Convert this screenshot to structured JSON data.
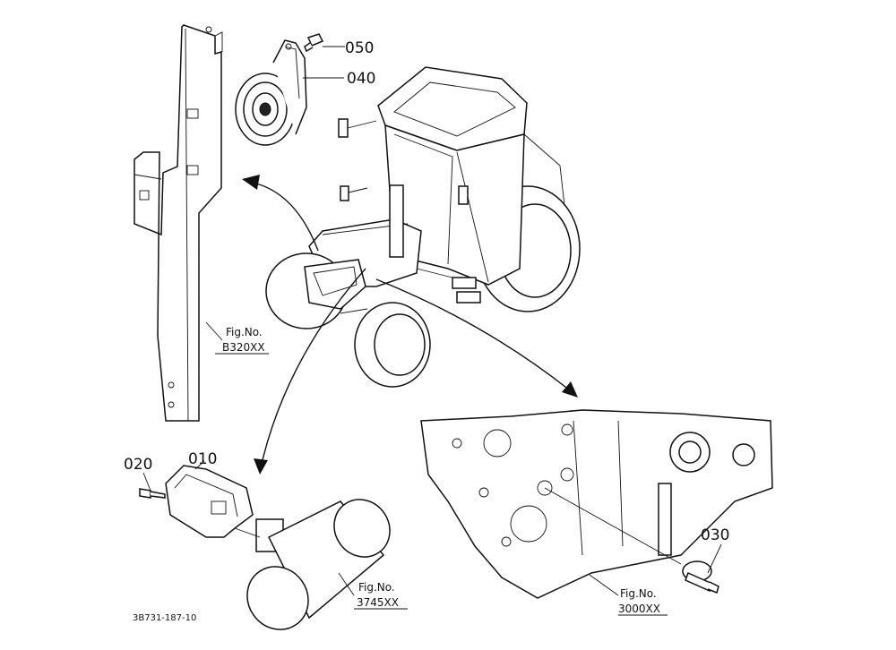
{
  "callouts": {
    "c050": "050",
    "c040": "040",
    "c020": "020",
    "c010": "010",
    "c030": "030"
  },
  "figrefs": [
    {
      "label": "Fig.No.",
      "code": "B320XX"
    },
    {
      "label": "Fig.No.",
      "code": "3745XX"
    },
    {
      "label": "Fig.No.",
      "code": "3000XX"
    }
  ],
  "drawing_ref": "3B731-187-10"
}
